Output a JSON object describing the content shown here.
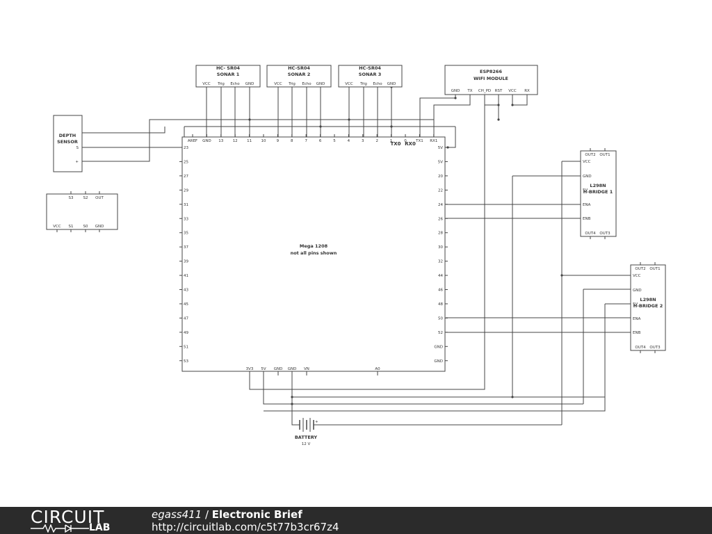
{
  "colors": {
    "wire": "#444444",
    "footer_bg": "#2b2b2b",
    "footer_text": "#ffffff"
  },
  "sonar1": {
    "title": "HC- SR04",
    "subtitle": "SONAR 1",
    "pins": [
      "VCC",
      "Trig",
      "Echo",
      "GND"
    ]
  },
  "sonar2": {
    "title": "HC-SR04",
    "subtitle": "SONAR 2",
    "pins": [
      "VCC",
      "Trig",
      "Echo",
      "GND"
    ]
  },
  "sonar3": {
    "title": "HC-SR04",
    "subtitle": "SONAR 3",
    "pins": [
      "VCC",
      "Trig",
      "Echo",
      "GND"
    ]
  },
  "esp": {
    "title": "ESP8266",
    "subtitle": "WIFI MODULE",
    "pins": [
      "GND",
      "TX",
      "CH_PD",
      "RST",
      "VCC",
      "RX"
    ]
  },
  "depth": {
    "title": "DEPTH",
    "subtitle": "SENSOR",
    "pins": [
      "S",
      "+"
    ]
  },
  "color_sensor": {
    "top_pins": [
      "S3",
      "S2",
      "OUT"
    ],
    "bottom_pins": [
      "VCC",
      "S1",
      "S0",
      "GND"
    ]
  },
  "mega": {
    "title": "Mega 1208",
    "subtitle": "not all pins shown",
    "top_pins": [
      "AREF",
      "GND",
      "13",
      "12",
      "11",
      "10",
      "9",
      "8",
      "7",
      "6",
      "5",
      "4",
      "3",
      "2",
      "1",
      "0",
      "TX1",
      "RX1"
    ],
    "tx_label": "TX0",
    "rx_label": "RX0",
    "left_pins": [
      "23",
      "25",
      "27",
      "29",
      "31",
      "33",
      "35",
      "37",
      "39",
      "41",
      "43",
      "45",
      "47",
      "49",
      "51",
      "53"
    ],
    "right_pins": [
      "5V",
      "5V",
      "20",
      "22",
      "24",
      "26",
      "28",
      "30",
      "32",
      "44",
      "46",
      "48",
      "50",
      "52",
      "GND",
      "GND"
    ],
    "bottom_pins": [
      "3V3",
      "5V",
      "GND",
      "GND",
      "VN",
      "A0"
    ]
  },
  "hbridge1": {
    "title": "L298N",
    "subtitle": "H-BRIDGE 1",
    "top_pins": [
      "OUT2",
      "OUT1"
    ],
    "left_pins": [
      "VCC",
      "GND",
      "5V",
      "ENA",
      "ENB"
    ],
    "bottom_pins": [
      "OUT4",
      "OUT3"
    ]
  },
  "hbridge2": {
    "title": "L298N",
    "subtitle": "H-BRIDGE 2",
    "top_pins": [
      "OUT2",
      "OUT1"
    ],
    "left_pins": [
      "VCC",
      "GND",
      "5V",
      "ENA",
      "ENB"
    ],
    "bottom_pins": [
      "OUT4",
      "OUT3"
    ]
  },
  "battery": {
    "label": "BATTERY",
    "voltage": "12 V",
    "plus": "+"
  },
  "footer": {
    "logo_word": "CIRCUIT",
    "logo_lab": "LAB",
    "author": "egass411",
    "separator": " / ",
    "title": "Electronic Brief",
    "url": "http://circuitlab.com/c5t77b3cr67z4"
  }
}
